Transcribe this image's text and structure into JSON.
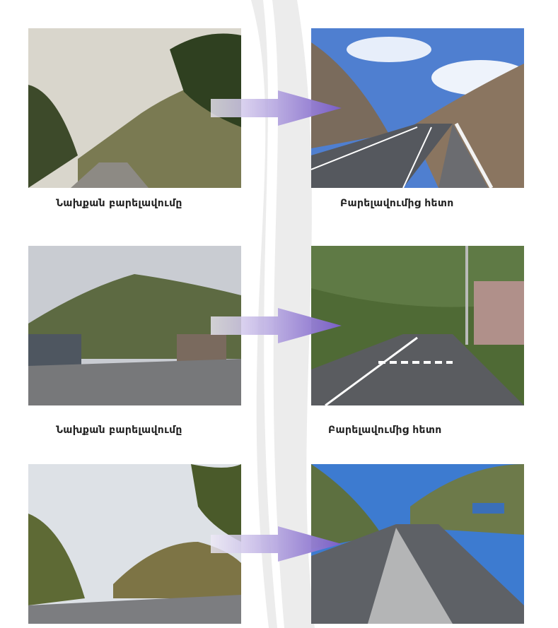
{
  "captions": {
    "before": "Նախքան բարելավումը",
    "after": "Բարելավումից հետո"
  },
  "rows": [
    {
      "before_image": "road-before-1",
      "after_image": "road-after-1",
      "before_caption": "Նախքան բարելավումը",
      "after_caption": "Բարելավումից հետո"
    },
    {
      "before_image": "road-before-2",
      "after_image": "road-after-2",
      "before_caption": "Նախքան բարելավումը",
      "after_caption": "Բարելավումից հետո"
    },
    {
      "before_image": "road-before-3",
      "after_image": "road-after-3"
    }
  ],
  "colors": {
    "arrow": "#8a6fd0",
    "band": "#ececec"
  }
}
